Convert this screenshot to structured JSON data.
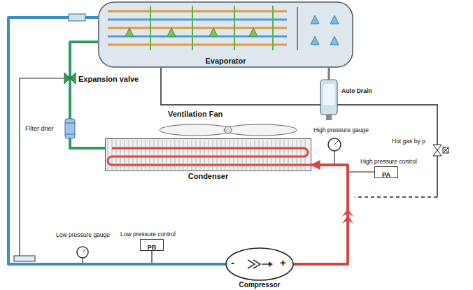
{
  "diagram": {
    "nodes": [
      {
        "text": [
          "Evaporator"
        ]
      },
      {
        "text": [
          "High pressure control",
          "PA"
        ]
      },
      {
        "text": [
          "Condenser"
        ]
      },
      {
        "text": [
          "Low pressure control",
          "PB"
        ]
      },
      {
        "text": [
          "-",
          "+",
          "Compressor"
        ]
      }
    ],
    "edges": [
      {
        "from": 4,
        "to": 2,
        "arrow": "to"
      },
      {
        "from": 2,
        "to": 0,
        "arrow": "none"
      },
      {
        "from": 0,
        "to": 4,
        "arrow": "none"
      }
    ],
    "labels": [
      "Expansion valve",
      "Filter drier",
      "Ventilation Fan",
      "High pressure gauge",
      "Hot gas by p",
      "Auto Drain",
      "Low pressure gauge"
    ]
  }
}
